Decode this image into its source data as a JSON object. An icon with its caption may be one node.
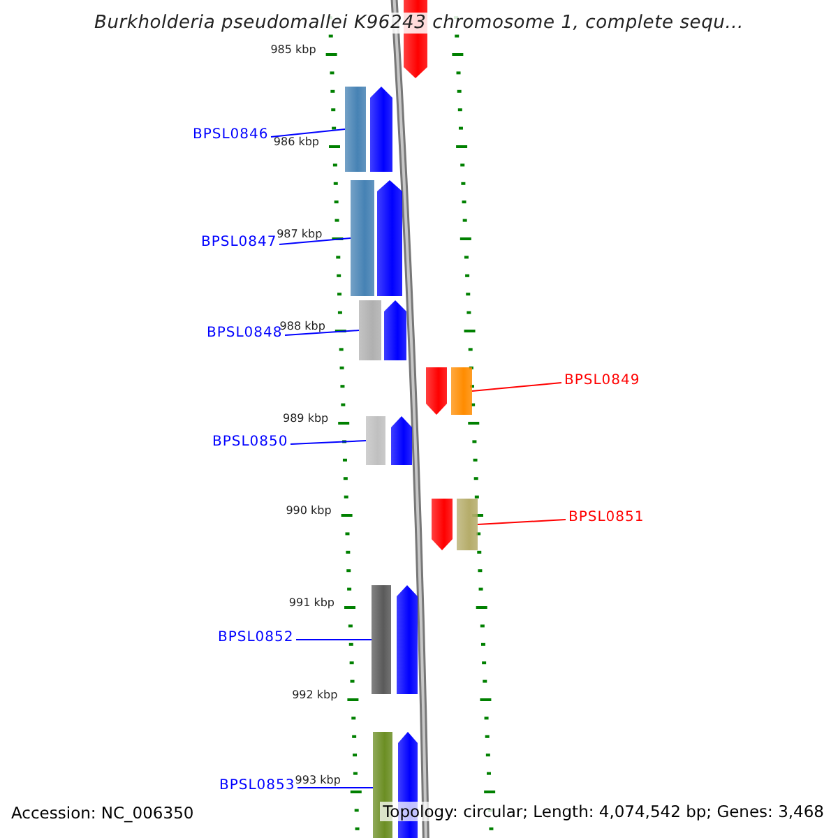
{
  "diagram": {
    "title": "Burkholderia pseudomallei K96243 chromosome 1, complete sequ...",
    "nodes": [
      {
        "text": [],
        "shape": "arrow"
      },
      {
        "text": [
          "BPSL0846"
        ]
      },
      {
        "text": [],
        "shape": "arrow"
      },
      {
        "text": [
          "BPSL0847"
        ]
      },
      {
        "text": [],
        "shape": "arrow"
      },
      {
        "text": [
          "BPSL0848"
        ]
      },
      {
        "text": [],
        "shape": "arrow"
      },
      {
        "text": [],
        "shape": "arrow"
      },
      {
        "text": [
          "BPSL0849"
        ]
      },
      {
        "text": [
          "BPSL0850"
        ]
      },
      {
        "text": [],
        "shape": "arrow"
      },
      {
        "text": [],
        "shape": "arrow"
      },
      {
        "text": [
          "BPSL0851"
        ]
      },
      {
        "text": [
          "BPSL0852"
        ]
      },
      {
        "text": [],
        "shape": "arrow"
      },
      {
        "text": [
          "BPSL0853"
        ]
      },
      {
        "text": [],
        "shape": "arrow"
      }
    ],
    "edges": [
      {
        "from": 1,
        "to": 2,
        "arrow": "none"
      },
      {
        "from": 3,
        "to": 4,
        "arrow": "none"
      },
      {
        "from": 5,
        "to": 6,
        "arrow": "none"
      },
      {
        "from": 8,
        "to": 7,
        "arrow": "none",
        "color": "#ff0000"
      },
      {
        "from": 9,
        "to": 10,
        "arrow": "none"
      },
      {
        "from": 12,
        "to": 11,
        "arrow": "none",
        "color": "#ff0000"
      },
      {
        "from": 13,
        "to": 14,
        "arrow": "none"
      },
      {
        "from": 15,
        "to": 16,
        "arrow": "none"
      }
    ],
    "labels": [
      "985 kbp",
      "986 kbp",
      "987 kbp",
      "988 kbp",
      "989 kbp",
      "990 kbp",
      "991 kbp",
      "992 kbp",
      "993 kbp",
      "Accession: NC_006350",
      "Topology: circular; Length: 4,074,542 bp; Genes: 3,468"
    ]
  }
}
